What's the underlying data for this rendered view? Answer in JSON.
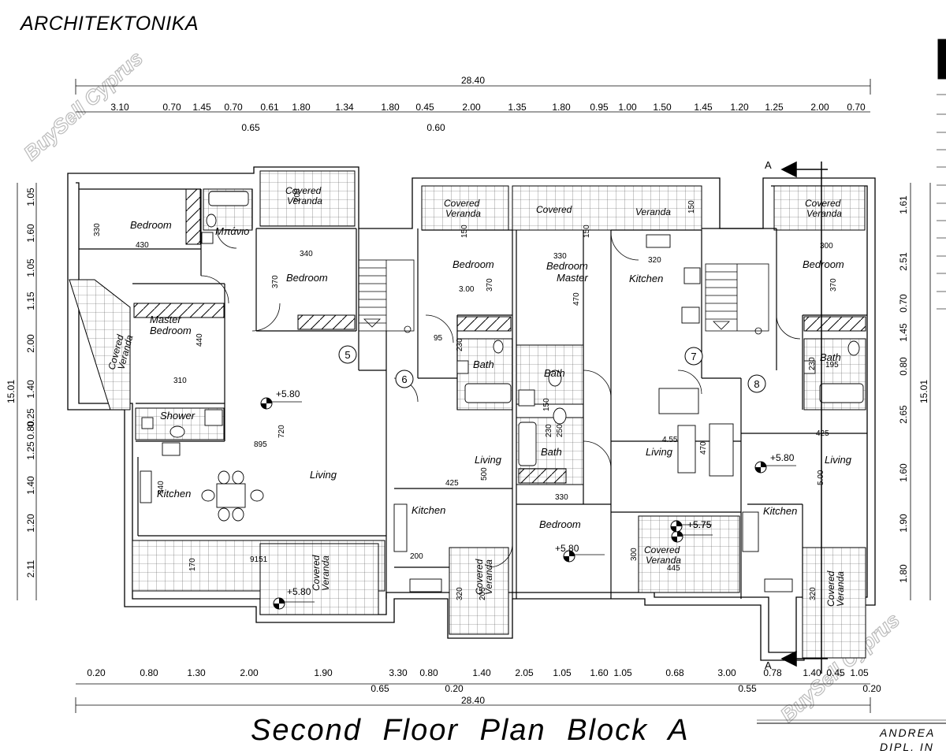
{
  "header": {
    "firm": "ARCHITEKTONIKA"
  },
  "title": "Second Floor Plan   Block A",
  "title_block": {
    "name": "ANDREA",
    "dipl": "DIPL. IN"
  },
  "watermark": "BuySell Cyprus",
  "dimensions": {
    "overall": "28.40",
    "top_row": [
      "3.10",
      "0.70",
      "1.45",
      "0.70",
      "0.61",
      "1.80",
      "1.34",
      "1.80",
      "0.45",
      "2.00",
      "1.35",
      "1.80",
      "0.95",
      "1.00",
      "1.50",
      "1.45",
      "1.20",
      "1.25",
      "2.00",
      "0.70"
    ],
    "top_sub": [
      "0.65",
      "0.60"
    ],
    "bottom_row": [
      "0.20",
      "0.80",
      "1.30",
      "2.00",
      "1.90",
      "3.30",
      "0.80",
      "1.40",
      "2.05",
      "1.05",
      "1.60",
      "1.05",
      "0.68",
      "3.00",
      "0.78",
      "1.40",
      "0.45",
      "1.05"
    ],
    "bottom_sub": [
      "0.65",
      "0.20",
      "0.55",
      "0.20"
    ],
    "left_col": [
      "1.05",
      "1.60",
      "1.05",
      "1.15",
      "2.00",
      "1.40",
      "0.25",
      "0.80",
      "1.25",
      "1.40",
      "1.20",
      "2.11"
    ],
    "left_total": "15.01",
    "right_col": [
      "1.61",
      "2.51",
      "0.70",
      "1.45",
      "0.80",
      "2.65",
      "1.60",
      "1.90",
      "1.80"
    ],
    "right_total": "15.01"
  },
  "rooms": [
    {
      "id": "r1",
      "label": "Bedroom"
    },
    {
      "id": "r2",
      "label": "Μπάνιο"
    },
    {
      "id": "r3",
      "label": "Bedroom"
    },
    {
      "id": "r4",
      "label": "Master"
    },
    {
      "id": "r5",
      "label": "Bedroom"
    },
    {
      "id": "r6",
      "label": "Shower"
    },
    {
      "id": "r7",
      "label": "Kitchen"
    },
    {
      "id": "r8",
      "label": "Living"
    },
    {
      "id": "r9",
      "label": "Bedroom"
    },
    {
      "id": "r10",
      "label": "Bath"
    },
    {
      "id": "r11",
      "label": "Living"
    },
    {
      "id": "r12",
      "label": "Kitchen"
    },
    {
      "id": "r13",
      "label": "Bedroom"
    },
    {
      "id": "r14",
      "label": "Master"
    },
    {
      "id": "r15",
      "label": "Bath"
    },
    {
      "id": "r16",
      "label": "Bath"
    },
    {
      "id": "r17",
      "label": "Bedroom"
    },
    {
      "id": "r18",
      "label": "Kitchen"
    },
    {
      "id": "r19",
      "label": "Living"
    },
    {
      "id": "r20",
      "label": "Bedroom"
    },
    {
      "id": "r21",
      "label": "Bath"
    },
    {
      "id": "r22",
      "label": "Living"
    },
    {
      "id": "r23",
      "label": "Kitchen"
    }
  ],
  "verandas": [
    {
      "id": "v1",
      "label": "Covered Veranda"
    },
    {
      "id": "v2",
      "label": "Covered Veranda"
    },
    {
      "id": "v3",
      "label": "Covered"
    },
    {
      "id": "v4",
      "label": "Veranda"
    },
    {
      "id": "v5",
      "label": "Covered Veranda"
    },
    {
      "id": "v6",
      "label": "Covered Veranda"
    },
    {
      "id": "v7",
      "label": "Covered Veranda"
    },
    {
      "id": "v8",
      "label": "Covered Veranda"
    },
    {
      "id": "v9",
      "label": "Covered Veranda"
    },
    {
      "id": "v10",
      "label": "Covered Veranda"
    }
  ],
  "room_dims": [
    "330",
    "430",
    "340",
    "370",
    "440",
    "310",
    "895",
    "720",
    "340",
    "9151",
    "170",
    "3.00",
    "370",
    "95",
    "230",
    "425",
    "500",
    "200",
    "320",
    "205",
    "330",
    "470",
    "150",
    "230",
    "250",
    "330",
    "300",
    "445",
    "320",
    "4.55",
    "470",
    "300",
    "370",
    "195",
    "230",
    "425",
    "5.00",
    "320",
    "150",
    "150",
    "200",
    "150",
    "5.00"
  ],
  "levels": [
    "+5.80",
    "+5.80",
    "+5.75",
    "+5.80",
    "+5.75",
    "+5.80"
  ],
  "stair_numbers": [
    "5",
    "6",
    "7",
    "8"
  ],
  "section_marks": [
    "A",
    "A"
  ]
}
